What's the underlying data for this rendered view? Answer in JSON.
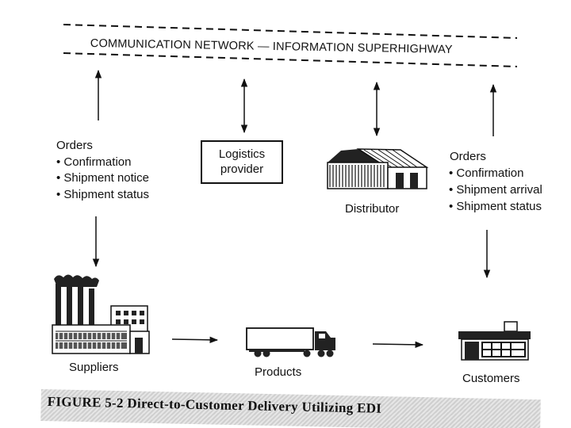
{
  "network": {
    "label": "COMMUNICATION NETWORK — INFORMATION SUPERHIGHWAY"
  },
  "left_info": {
    "heading": "Orders",
    "items": [
      "Confirmation",
      "Shipment notice",
      "Shipment status"
    ]
  },
  "logistics": {
    "label": "Logistics provider"
  },
  "distributor": {
    "label": "Distributor"
  },
  "right_info": {
    "heading": "Orders",
    "items": [
      "Confirmation",
      "Shipment arrival",
      "Shipment status"
    ]
  },
  "flow": {
    "suppliers": "Suppliers",
    "products": "Products",
    "customers": "Customers"
  },
  "caption": "FIGURE 5-2  Direct-to-Customer Delivery Utilizing EDI"
}
